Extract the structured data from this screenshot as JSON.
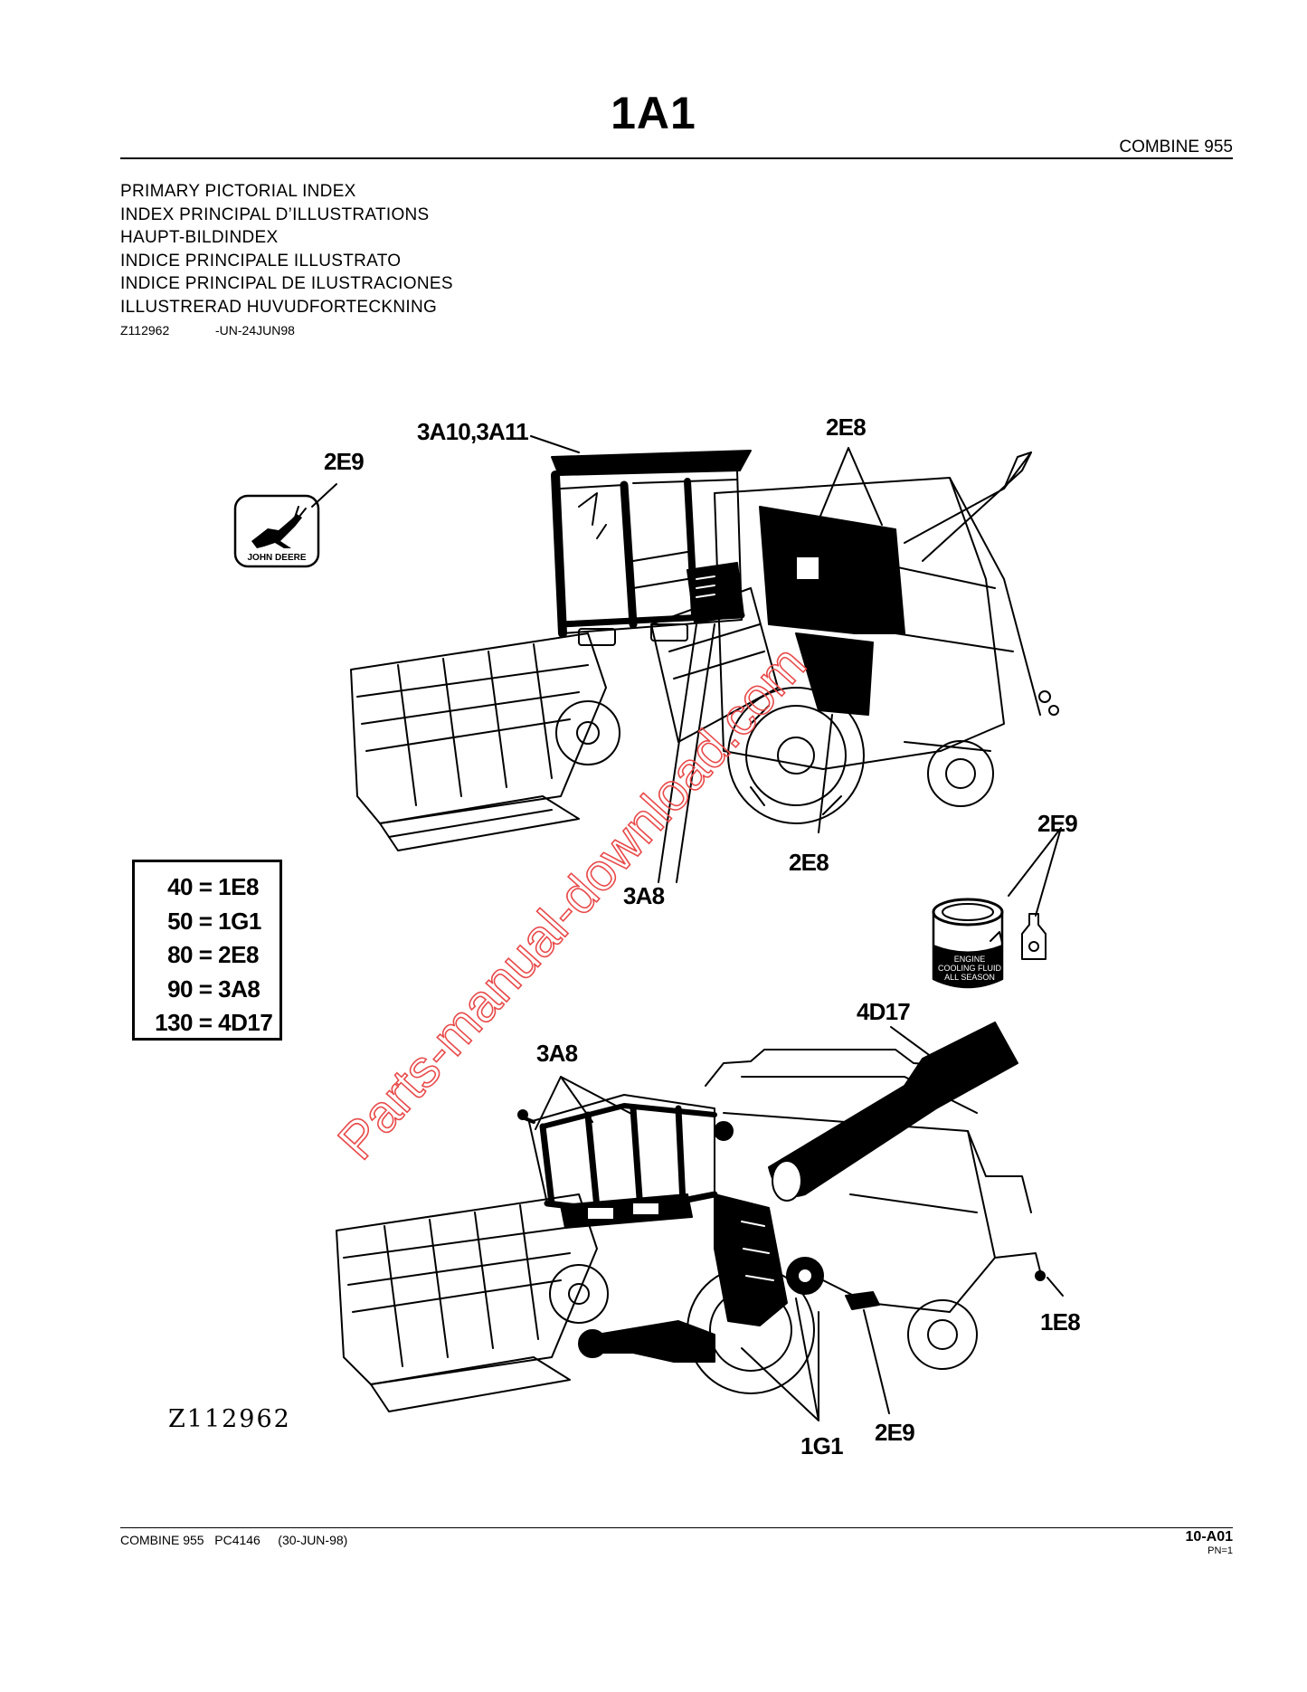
{
  "header": {
    "page_title": "1A1",
    "product": "COMBINE 955"
  },
  "index_titles": [
    "PRIMARY PICTORIAL INDEX",
    "INDEX PRINCIPAL D’ILLUSTRATIONS",
    "HAUPT-BILDINDEX",
    "INDICE PRINCIPALE ILLUSTRATO",
    "INDICE PRINCIPAL DE ILUSTRACIONES",
    "ILLUSTRERAD HUVUDFORTECKNING"
  ],
  "figure_ref": {
    "code": "Z112962",
    "suffix": "-UN-24JUN98"
  },
  "callouts": {
    "cab_top": "3A10,3A11",
    "decal_top": "2E9",
    "side_panel_top": "2E8",
    "side_panel_bottom": "2E8",
    "step_top": "3A8",
    "coolant": "2E9",
    "unloader": "4D17",
    "platform": "3A8",
    "hitch": "1E8",
    "drive": "1G1",
    "plate": "2E9"
  },
  "legend": [
    {
      "lhs": "40",
      "rhs": "1E8"
    },
    {
      "lhs": "50",
      "rhs": "1G1"
    },
    {
      "lhs": "80",
      "rhs": "2E8"
    },
    {
      "lhs": "90",
      "rhs": "3A8"
    },
    {
      "lhs": "130",
      "rhs": "4D17"
    }
  ],
  "logo": {
    "text": "JOHN DEERE"
  },
  "jug_label": {
    "line1": "ENGINE",
    "line2": "COOLING FLUID",
    "line3": "ALL SEASON"
  },
  "figure_code": "Z112962",
  "watermark": "Parts-manual-download.com",
  "footer": {
    "left": "COMBINE 955   PC4146     (30-JUN-98)",
    "page": "10-A01",
    "pn": "PN=1"
  },
  "colors": {
    "watermark": "#e84a4a",
    "ink": "#000000"
  }
}
